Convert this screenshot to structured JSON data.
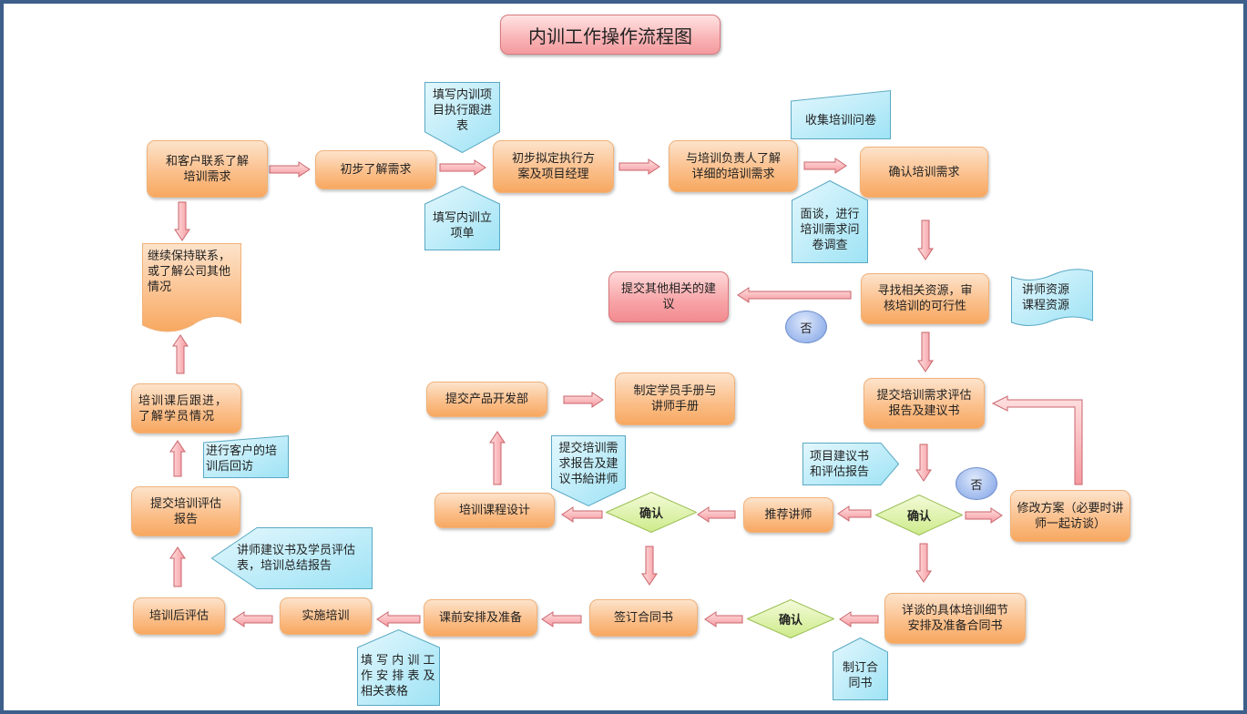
{
  "title": "内训工作操作流程图",
  "nodes": {
    "contact_client": "和客户联系了解培训需求",
    "initial_understand": "初步了解需求",
    "draft_plan": "初步拟定执行方案及项目经理",
    "detail_needs": "与培训负责人了解详细的培训需求",
    "confirm_needs": "确认培训需求",
    "keep_contact": "继续保持联系，或了解公司其他情况",
    "other_suggestions": "提交其他相关的建议",
    "find_resources": "寻找相关资源，审核培训的可行性",
    "submit_assessment": "提交培训需求评估报告及建议书",
    "submit_product_dept": "提交产品开发部",
    "make_handbooks": "制定学员手册与讲师手册",
    "followup_after": "培训课后跟进，了解学员情况",
    "submit_eval_report": "提交培训评估报告",
    "course_design": "培训课程设计",
    "recommend_trainer": "推荐讲师",
    "revise_plan": "修改方案（必要时讲师一起访谈）",
    "post_eval": "培训后评估",
    "implement": "实施培训",
    "pre_arrange": "课前安排及准备",
    "sign_contract": "签订合同书",
    "detail_talk": "详谈的具体培训细节安排及准备合同书"
  },
  "notes": {
    "fill_tracking": "填写内训项目执行跟进表",
    "fill_project": "填写内训立项单",
    "collect_survey": "收集培训问卷",
    "interview_survey": "面谈，进行培训需求问卷调查",
    "resources": "讲师资源课程资源",
    "proposal_report": "项目建议书和评估报告",
    "submit_to_trainer": "提交培训需求报告及建议书給讲师",
    "client_visit": "进行客户的培训后回访",
    "trainer_reports": "讲师建议书及学员评估表，培训总结报告",
    "fill_schedule": "填 写 内 训 工作 安 排 表 及相关表格",
    "make_contract": "制订合同书"
  },
  "decisions": {
    "confirm1": "确认",
    "confirm2": "确认",
    "confirm3": "确认"
  },
  "labels": {
    "no1": "否",
    "no2": "否"
  }
}
